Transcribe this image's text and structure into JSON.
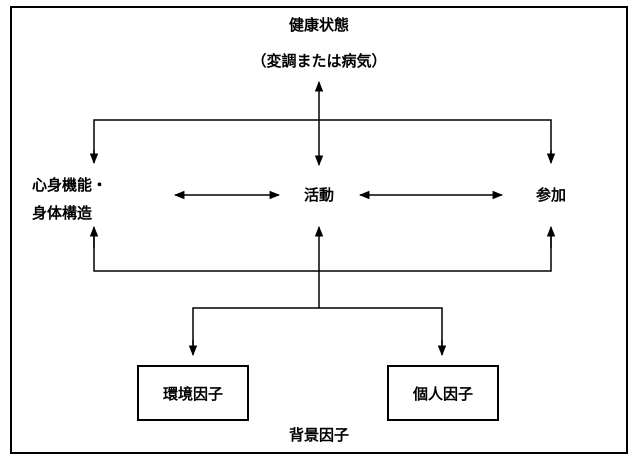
{
  "diagram": {
    "health": {
      "title": "健康状態",
      "subtitle": "（変調または病気）"
    },
    "body_function": {
      "line1": "心身機能・",
      "line2": "身体構造"
    },
    "activity": "活動",
    "participation": "参加",
    "environmental_factors": "環境因子",
    "personal_factors": "個人因子",
    "contextual_factors": "背景因子"
  }
}
